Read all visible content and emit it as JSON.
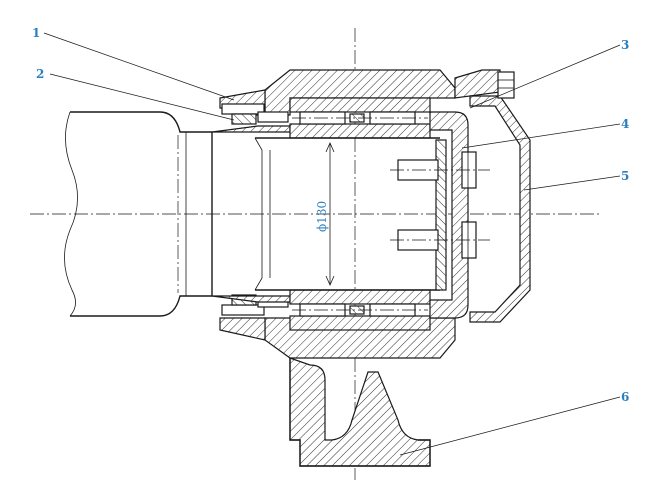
{
  "callouts": [
    {
      "label": "1"
    },
    {
      "label": "2"
    },
    {
      "label": "3"
    },
    {
      "label": "4"
    },
    {
      "label": "5"
    },
    {
      "label": "6"
    }
  ],
  "dimension": {
    "label": "ϕ130"
  },
  "colors": {
    "callout": "#2a7fbf",
    "line": "#1a1a1a"
  }
}
